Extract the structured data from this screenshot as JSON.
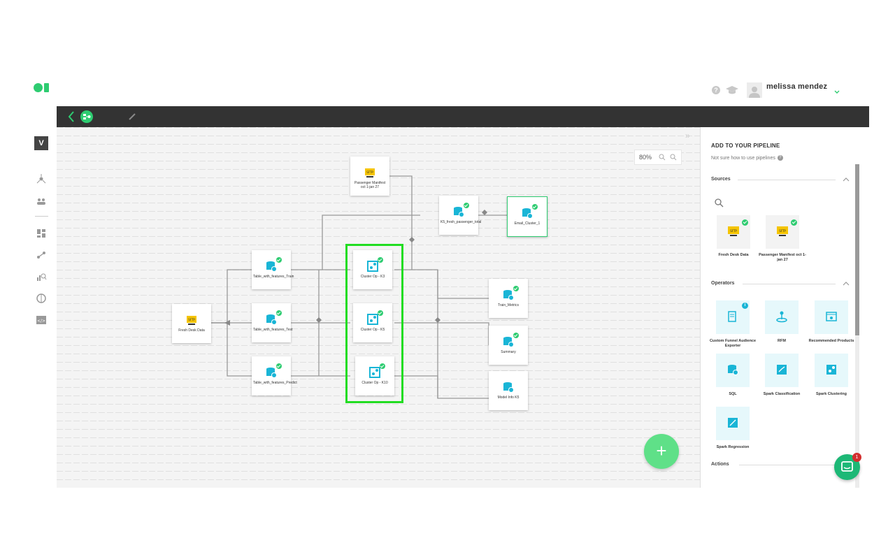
{
  "user": {
    "name": "melissa mendez"
  },
  "rail": {
    "workspace_initial": "V"
  },
  "canvas": {
    "zoom_level": "80%",
    "nodes": [
      {
        "label": "Passenger Manifest oct 1-jan 27",
        "type": "sftp"
      },
      {
        "label": "K5_fresh_passenger_total",
        "type": "db"
      },
      {
        "label": "Email_Cluster_1",
        "type": "db"
      },
      {
        "label": "Table_with_features_Train",
        "type": "db"
      },
      {
        "label": "Table_with_features_Test",
        "type": "db"
      },
      {
        "label": "Table_with_features_Predict",
        "type": "db"
      },
      {
        "label": "Fresh Desk Data",
        "type": "sftp"
      },
      {
        "label": "Cluster Op - K3",
        "type": "cluster"
      },
      {
        "label": "Cluster Op - K5",
        "type": "cluster"
      },
      {
        "label": "Cluster Op - K10",
        "type": "cluster"
      },
      {
        "label": "Train_Metrics",
        "type": "db"
      },
      {
        "label": "Summary",
        "type": "db"
      },
      {
        "label": "Model Info K5",
        "type": "db"
      }
    ],
    "fab_label": "+"
  },
  "panel": {
    "title": "ADD TO YOUR PIPELINE",
    "help_text": "Not sure how to use pipelines",
    "help_icon": "?",
    "sources_header": "Sources",
    "sources": [
      {
        "label": "Fresh Desk Data",
        "icon": "sftp-icon"
      },
      {
        "label": "Passenger Manifest oct 1-jan 27",
        "icon": "sftp-icon"
      }
    ],
    "operators_header": "Operators",
    "operators": [
      {
        "label": "Custom Funnel Audience Exporter",
        "icon": "funnel-exporter-icon"
      },
      {
        "label": "RFM",
        "icon": "rfm-icon"
      },
      {
        "label": "Recommended Products",
        "icon": "recommended-icon"
      },
      {
        "label": "SQL",
        "icon": "sql-icon"
      },
      {
        "label": "Spark Classification",
        "icon": "spark-classification-icon"
      },
      {
        "label": "Spark Clustering",
        "icon": "spark-clustering-icon"
      },
      {
        "label": "Spark Regression",
        "icon": "spark-regression-icon"
      }
    ],
    "actions_header": "Actions"
  },
  "chat": {
    "badge_count": "1"
  },
  "colors": {
    "accent": "#2ecc71",
    "toolbar": "#333333",
    "operator_card": "#e6f8fb",
    "cluster_highlight": "#22dd22",
    "chat_button": "#1db876"
  }
}
